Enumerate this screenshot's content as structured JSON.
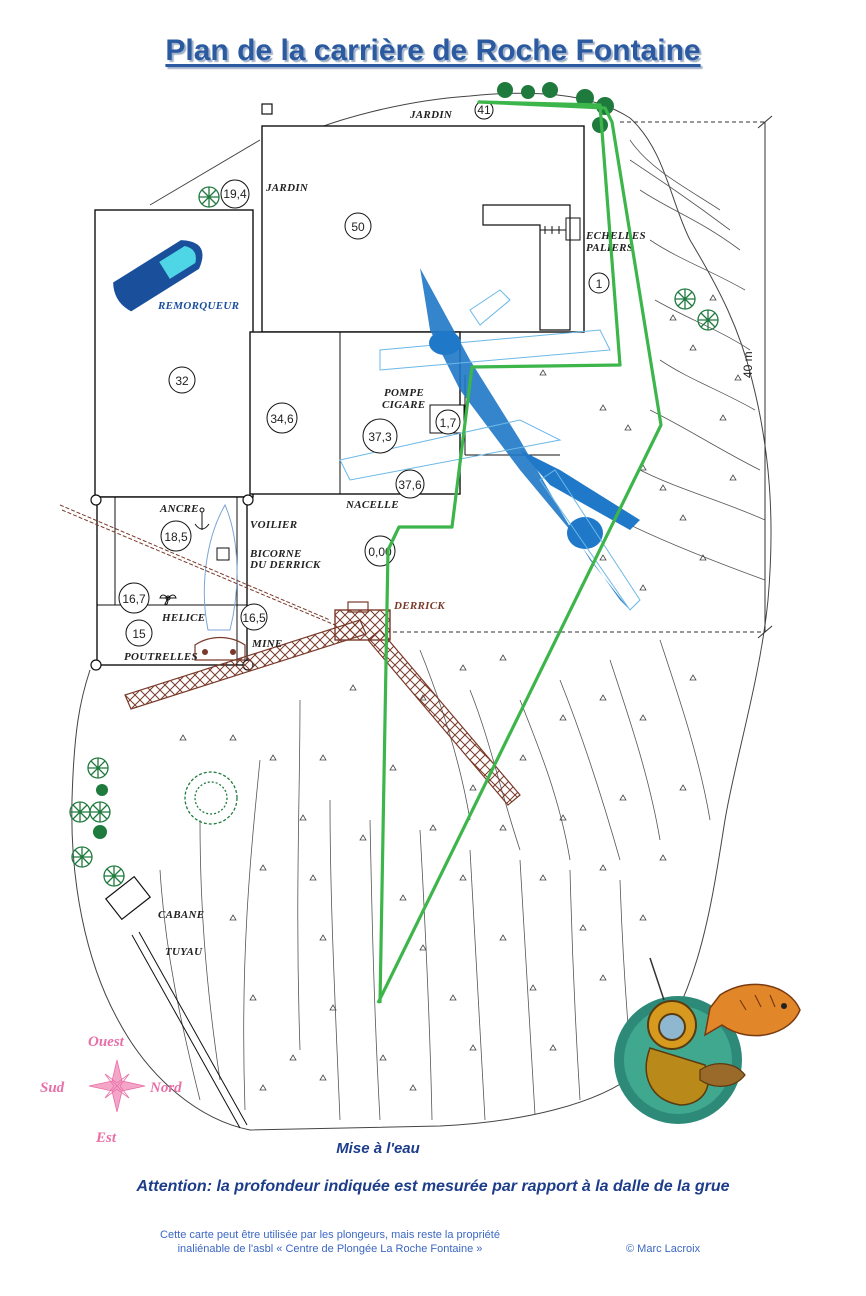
{
  "title": "Plan de la carrière de Roche Fontaine",
  "labels": {
    "jardin_top": "JARDIN",
    "jardin_left": "JARDIN",
    "echelles": "ECHELLES",
    "paliers": "PALIERS",
    "remorqueur": "REMORQUEUR",
    "pompe": "POMPE",
    "cigare": "CIGARE",
    "nacelle": "NACELLE",
    "ancre": "ANCRE",
    "voilier": "VOILIER",
    "bicorne": "BICORNE",
    "du_derrick": "DU DERRICK",
    "derrick": "DERRICK",
    "helice": "HELICE",
    "poutrelles": "POUTRELLES",
    "mine": "MINE",
    "cabane": "CABANE",
    "tuyau": "TUYAU"
  },
  "depths": {
    "d41": "41",
    "d19_4": "19,4",
    "d50": "50",
    "d1": "1",
    "d32": "32",
    "d34_6": "34,6",
    "d37_3": "37,3",
    "d1_7": "1,7",
    "d37_6": "37,6",
    "d0_00": "0,00",
    "d18_5": "18,5",
    "d16_7": "16,7",
    "d16_5": "16,5",
    "d15": "15"
  },
  "scale": {
    "label": "40 m"
  },
  "compass": {
    "north": "Nord",
    "south": "Sud",
    "east": "Est",
    "west": "Ouest"
  },
  "entry_point": "Mise à l'eau",
  "warning": "Attention: la profondeur indiquée est mesurée par rapport à la dalle de la grue",
  "footer": {
    "line1": "Cette carte peut être utilisée par les plongeurs, mais reste la propriété",
    "line2": "inaliénable de l'asbl « Centre de Plongée La Roche Fontaine »",
    "copyright": "© Marc Lacroix"
  },
  "colors": {
    "route": "#3cb54a",
    "plane": "#1f78c8",
    "boat": "#1a4f9c",
    "derrick": "#7a3a2a",
    "title": "#2b5aa0",
    "compass": "#e96fa8"
  },
  "icons": [
    "tree-icon",
    "compass-rose-icon",
    "diver-logo-icon",
    "anchor-icon",
    "propeller-icon"
  ]
}
